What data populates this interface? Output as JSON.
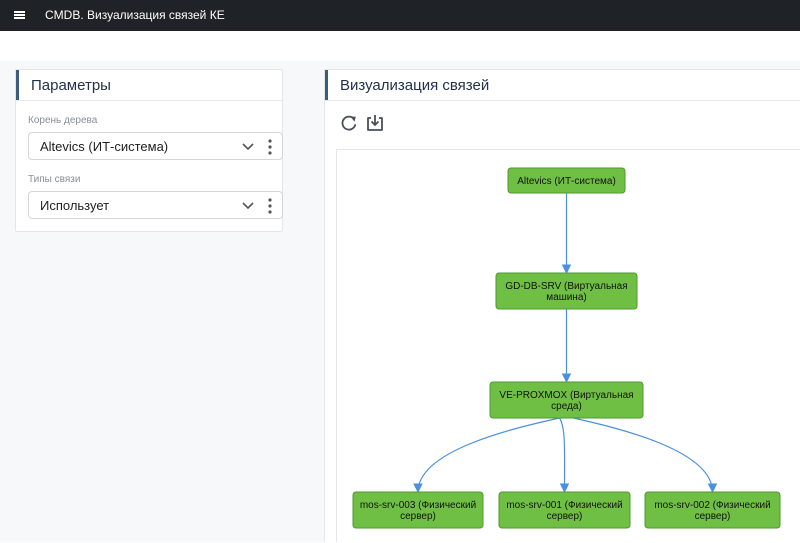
{
  "header": {
    "title": "CMDB. Визуализация связей КЕ"
  },
  "params_panel": {
    "title": "Параметры",
    "root_field": {
      "label": "Корень дерева",
      "value": "Altevics (ИТ-система)"
    },
    "link_types_field": {
      "label": "Типы связи",
      "value": "Использует"
    }
  },
  "viz_panel": {
    "title": "Визуализация связей",
    "tools": [
      {
        "name": "refresh-icon"
      },
      {
        "name": "download-icon"
      }
    ]
  },
  "colors": {
    "topbar": "#1f2227",
    "accent": "#3d5a80",
    "node_fill": "#70bf45",
    "node_border": "#4e9a2e",
    "edge": "#4a8fe0"
  },
  "graph": {
    "nodes": [
      {
        "id": "n1",
        "lines": [
          "Altevics (ИТ-система)"
        ]
      },
      {
        "id": "n2",
        "lines": [
          "GD-DB-SRV (Виртуальная",
          "машина)"
        ]
      },
      {
        "id": "n3",
        "lines": [
          "VE-PROXMOX (Виртуальная",
          "среда)"
        ]
      },
      {
        "id": "n4",
        "lines": [
          "mos-srv-003 (Физический",
          "сервер)"
        ]
      },
      {
        "id": "n5",
        "lines": [
          "mos-srv-001 (Физический",
          "сервер)"
        ]
      },
      {
        "id": "n6",
        "lines": [
          "mos-srv-002 (Физический",
          "сервер)"
        ]
      }
    ],
    "edges": [
      {
        "from": "n1",
        "to": "n2"
      },
      {
        "from": "n2",
        "to": "n3"
      },
      {
        "from": "n3",
        "to": "n4"
      },
      {
        "from": "n3",
        "to": "n5"
      },
      {
        "from": "n3",
        "to": "n6"
      }
    ]
  }
}
